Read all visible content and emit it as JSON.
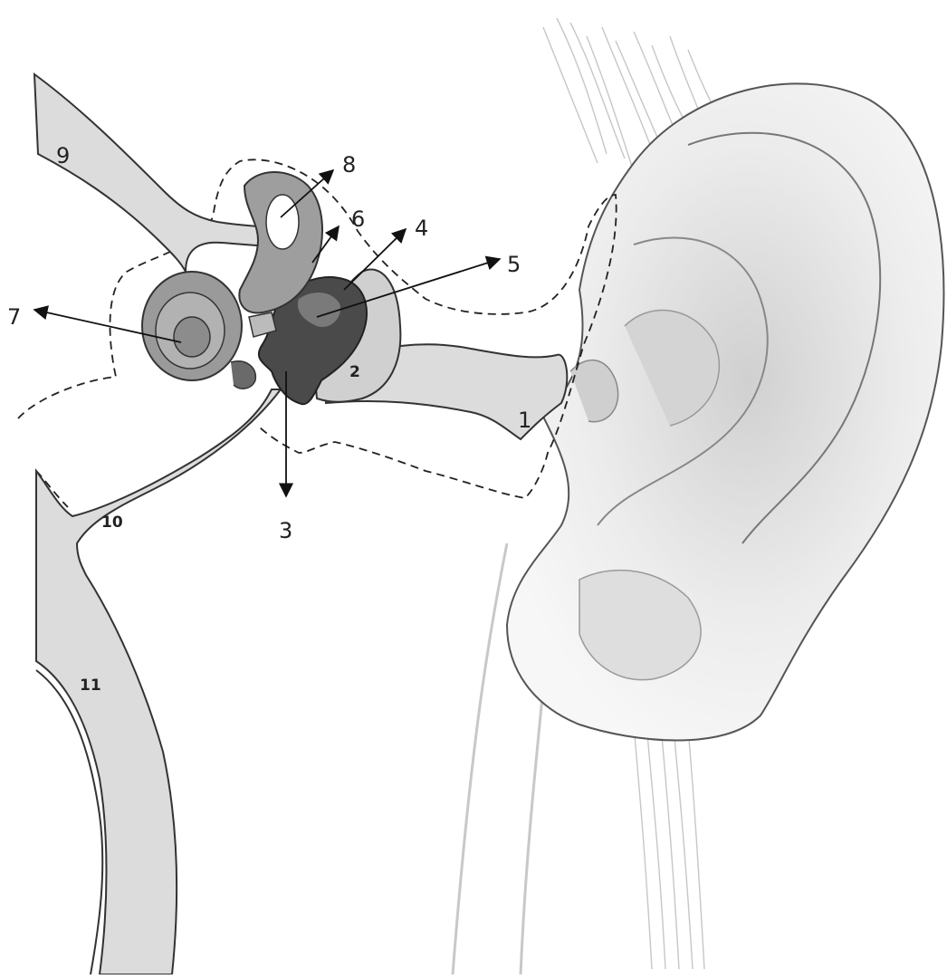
{
  "diagram": {
    "labels": {
      "l1": "1",
      "l2": "2",
      "l3": "3",
      "l4": "4",
      "l5": "5",
      "l6": "6",
      "l7": "7",
      "l8": "8",
      "l9": "9",
      "l10": "10",
      "l11": "11"
    },
    "colors": {
      "skin_light": "#f2f2f2",
      "skin_shade": "#d9d9d9",
      "tube_fill": "#dcdcdc",
      "organ_mid": "#9c9c9c",
      "organ_dark": "#5a5a5a",
      "ossicle_dark": "#3c3c3c",
      "hair": "#b8b8b8",
      "outline": "#333333"
    },
    "icons": [
      "ear-anatomy-illustration",
      "arrow-icon"
    ]
  }
}
